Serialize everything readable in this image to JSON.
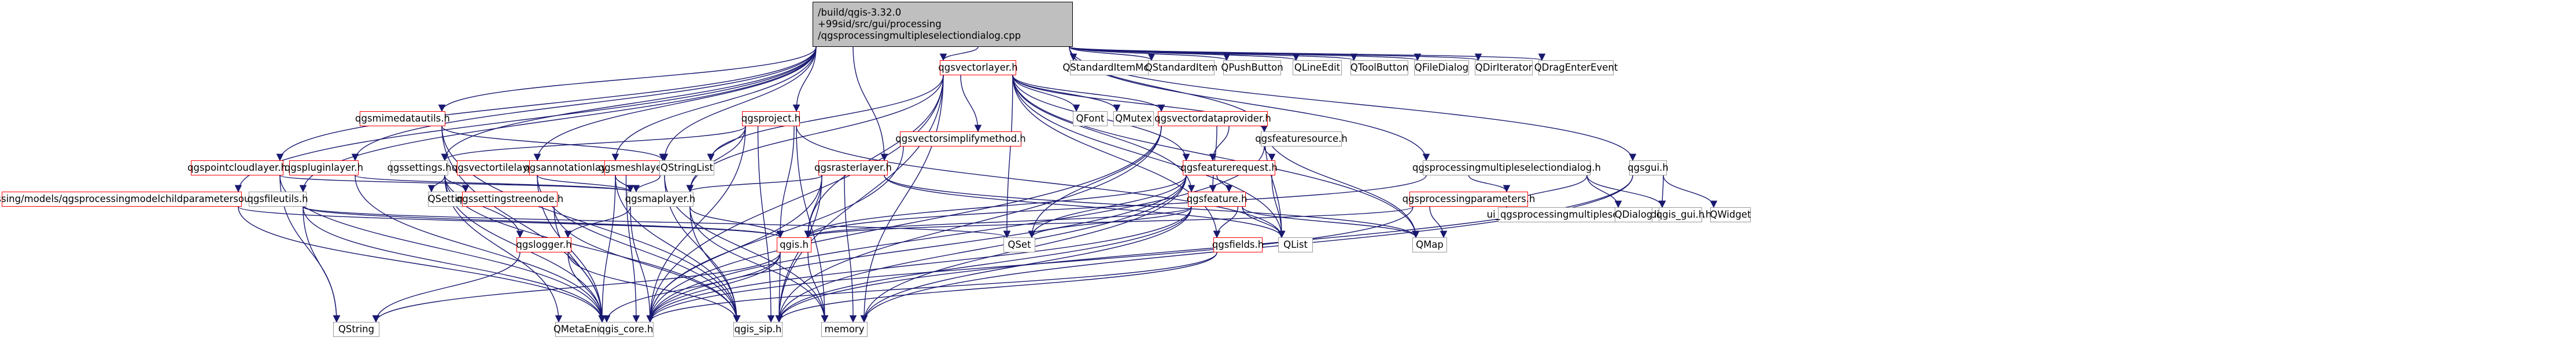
{
  "title": "Include dependency graph for qgsprocessingmultipleselectiondialog.cpp",
  "root": {
    "lines": [
      "/build/qgis-3.32.0",
      "+99sid/src/gui/processing",
      "/qgsprocessingmultipleselectiondialog.cpp"
    ]
  },
  "nodes": [
    {
      "id": "qgsvectorlayer",
      "label": "qgsvectorlayer.h",
      "documented": true
    },
    {
      "id": "QStandardItemModel",
      "label": "QStandardItemModel",
      "documented": false
    },
    {
      "id": "QStandardItem",
      "label": "QStandardItem",
      "documented": false
    },
    {
      "id": "QPushButton",
      "label": "QPushButton",
      "documented": false
    },
    {
      "id": "QLineEdit",
      "label": "QLineEdit",
      "documented": false
    },
    {
      "id": "QToolButton",
      "label": "QToolButton",
      "documented": false
    },
    {
      "id": "QFileDialog",
      "label": "QFileDialog",
      "documented": false
    },
    {
      "id": "QDirIterator",
      "label": "QDirIterator",
      "documented": false
    },
    {
      "id": "QDragEnterEvent",
      "label": "QDragEnterEvent",
      "documented": false
    },
    {
      "id": "qgsmimedatautils",
      "label": "qgsmimedatautils.h",
      "documented": true
    },
    {
      "id": "qgsproject",
      "label": "qgsproject.h",
      "documented": true
    },
    {
      "id": "QFont",
      "label": "QFont",
      "documented": false
    },
    {
      "id": "QMutex",
      "label": "QMutex",
      "documented": false
    },
    {
      "id": "qgsvectordataprovider",
      "label": "qgsvectordataprovider.h",
      "documented": true
    },
    {
      "id": "qgsvectorsimplifymethod",
      "label": "qgsvectorsimplifymethod.h",
      "documented": true
    },
    {
      "id": "qgsfeaturesource",
      "label": "qgsfeaturesource.h",
      "documented": false
    },
    {
      "id": "qgspointcloudlayer",
      "label": "qgspointcloudlayer.h",
      "documented": true
    },
    {
      "id": "qgspluginlayer",
      "label": "qgspluginlayer.h",
      "documented": true
    },
    {
      "id": "qgssettings",
      "label": "qgssettings.h",
      "documented": false
    },
    {
      "id": "qgsvectortilelayer",
      "label": "qgsvectortilelayer.h",
      "documented": true
    },
    {
      "id": "qgsannotationlayer",
      "label": "qgsannotationlayer.h",
      "documented": true
    },
    {
      "id": "qgsmeshlayer",
      "label": "qgsmeshlayer.h",
      "documented": true
    },
    {
      "id": "QStringList",
      "label": "QStringList",
      "documented": false
    },
    {
      "id": "qgsrasterlayer",
      "label": "qgsrasterlayer.h",
      "documented": true
    },
    {
      "id": "qgsfeaturerequest",
      "label": "qgsfeaturerequest.h",
      "documented": true
    },
    {
      "id": "qgsprocessingmultipleselectiondialog",
      "label": "qgsprocessingmultipleselectiondialog.h",
      "documented": false
    },
    {
      "id": "qgsgui",
      "label": "qgsgui.h",
      "documented": false
    },
    {
      "id": "childparametersource",
      "label": "processing/models/qgsprocessingmodelchildparametersource.h",
      "documented": true
    },
    {
      "id": "qgsfileutils",
      "label": "qgsfileutils.h",
      "documented": false
    },
    {
      "id": "QSettings",
      "label": "QSettings",
      "documented": false
    },
    {
      "id": "qgssettingstreenode",
      "label": "qgssettingstreenode.h",
      "documented": true
    },
    {
      "id": "qgsmaplayer",
      "label": "qgsmaplayer.h",
      "documented": false
    },
    {
      "id": "qgsfeature",
      "label": "qgsfeature.h",
      "documented": true
    },
    {
      "id": "qgsprocessingparameters",
      "label": "qgsprocessingparameters.h",
      "documented": true
    },
    {
      "id": "ui_qgsprocessingmultipleselectiondialogbase",
      "label": "ui_qgsprocessingmultipleselectiondialogbase.h",
      "documented": false
    },
    {
      "id": "QDialog",
      "label": "QDialog",
      "documented": false
    },
    {
      "id": "qgis_gui",
      "label": "qgis_gui.h",
      "documented": false
    },
    {
      "id": "QWidget",
      "label": "QWidget",
      "documented": false
    },
    {
      "id": "qgslogger",
      "label": "qgslogger.h",
      "documented": true
    },
    {
      "id": "qgis",
      "label": "qgis.h",
      "documented": true
    },
    {
      "id": "QSet",
      "label": "QSet",
      "documented": false
    },
    {
      "id": "qgsfields",
      "label": "qgsfields.h",
      "documented": true
    },
    {
      "id": "QList",
      "label": "QList",
      "documented": false
    },
    {
      "id": "QMap",
      "label": "QMap",
      "documented": false
    },
    {
      "id": "QString",
      "label": "QString",
      "documented": false
    },
    {
      "id": "QMetaEnum",
      "label": "QMetaEnum",
      "documented": false
    },
    {
      "id": "qgis_core",
      "label": "qgis_core.h",
      "documented": false
    },
    {
      "id": "qgis_sip",
      "label": "qgis_sip.h",
      "documented": false
    },
    {
      "id": "memory",
      "label": "memory",
      "documented": false
    }
  ],
  "edges": [
    [
      "root",
      "qgsvectorlayer"
    ],
    [
      "root",
      "QStandardItemModel"
    ],
    [
      "root",
      "QStandardItem"
    ],
    [
      "root",
      "QPushButton"
    ],
    [
      "root",
      "QLineEdit"
    ],
    [
      "root",
      "QToolButton"
    ],
    [
      "root",
      "QFileDialog"
    ],
    [
      "root",
      "QDirIterator"
    ],
    [
      "root",
      "QDragEnterEvent"
    ],
    [
      "root",
      "qgsmimedatautils"
    ],
    [
      "root",
      "qgsproject"
    ],
    [
      "root",
      "qgspointcloudlayer"
    ],
    [
      "root",
      "qgspluginlayer"
    ],
    [
      "root",
      "qgssettings"
    ],
    [
      "root",
      "qgsvectortilelayer"
    ],
    [
      "root",
      "qgsannotationlayer"
    ],
    [
      "root",
      "qgsmeshlayer"
    ],
    [
      "root",
      "qgsrasterlayer"
    ],
    [
      "root",
      "qgsprocessingmultipleselectiondialog"
    ],
    [
      "root",
      "qgsgui"
    ],
    [
      "root",
      "childparametersource"
    ],
    [
      "root",
      "qgsfileutils"
    ],
    [
      "root",
      "qgsfeaturesource"
    ],
    [
      "qgsvectorlayer",
      "QFont"
    ],
    [
      "qgsvectorlayer",
      "QMutex"
    ],
    [
      "qgsvectorlayer",
      "qgsvectordataprovider"
    ],
    [
      "qgsvectorlayer",
      "qgsvectorsimplifymethod"
    ],
    [
      "qgsvectorlayer",
      "qgsfeaturesource"
    ],
    [
      "qgsvectorlayer",
      "QStringList"
    ],
    [
      "qgsvectorlayer",
      "qgsmaplayer"
    ],
    [
      "qgsvectorlayer",
      "qgsfeaturerequest"
    ],
    [
      "qgsvectorlayer",
      "qgsfeature"
    ],
    [
      "qgsvectorlayer",
      "qgsfields"
    ],
    [
      "qgsvectorlayer",
      "qgis"
    ],
    [
      "qgsvectorlayer",
      "QSet"
    ],
    [
      "qgsvectorlayer",
      "QList"
    ],
    [
      "qgsvectorlayer",
      "QMap"
    ],
    [
      "qgsvectorlayer",
      "qgis_core"
    ],
    [
      "qgsvectorlayer",
      "qgis_sip"
    ],
    [
      "qgsvectorlayer",
      "memory"
    ],
    [
      "qgsvectordataprovider",
      "qgsfeaturesource"
    ],
    [
      "qgsvectordataprovider",
      "qgsfeaturerequest"
    ],
    [
      "qgsvectordataprovider",
      "qgsfeature"
    ],
    [
      "qgsvectordataprovider",
      "QSet"
    ],
    [
      "qgsvectordataprovider",
      "QList"
    ],
    [
      "qgsvectordataprovider",
      "QMap"
    ],
    [
      "qgsvectordataprovider",
      "qgis_core"
    ],
    [
      "qgsvectordataprovider",
      "qgis_sip"
    ],
    [
      "qgsvectorsimplifymethod",
      "qgis_core"
    ],
    [
      "qgsfeaturesource",
      "qgsfeaturerequest"
    ],
    [
      "qgsfeaturesource",
      "qgis_core"
    ],
    [
      "qgsmimedatautils",
      "QStringList"
    ],
    [
      "qgsmimedatautils",
      "qgis_core"
    ],
    [
      "qgsmimedatautils",
      "qgis_sip"
    ],
    [
      "qgsproject",
      "QStringList"
    ],
    [
      "qgsproject",
      "qgssettings"
    ],
    [
      "qgsproject",
      "qgsmaplayer"
    ],
    [
      "qgsproject",
      "qgis"
    ],
    [
      "qgsproject",
      "QList"
    ],
    [
      "qgsproject",
      "qgis_core"
    ],
    [
      "qgsproject",
      "qgis_sip"
    ],
    [
      "qgsproject",
      "memory"
    ],
    [
      "qgspointcloudlayer",
      "qgsmaplayer"
    ],
    [
      "qgspointcloudlayer",
      "qgis_core"
    ],
    [
      "qgspointcloudlayer",
      "QString"
    ],
    [
      "qgspluginlayer",
      "qgsmaplayer"
    ],
    [
      "qgspluginlayer",
      "qgis_core"
    ],
    [
      "qgssettings",
      "QSettings"
    ],
    [
      "qgssettings",
      "qgssettingstreenode"
    ],
    [
      "qgssettings",
      "qgslogger"
    ],
    [
      "qgssettings",
      "qgis_core"
    ],
    [
      "qgssettings",
      "qgis_sip"
    ],
    [
      "qgssettings",
      "QMetaEnum"
    ],
    [
      "qgsvectortilelayer",
      "qgsmaplayer"
    ],
    [
      "qgsvectortilelayer",
      "qgis_core"
    ],
    [
      "qgsvectortilelayer",
      "qgis_sip"
    ],
    [
      "qgsannotationlayer",
      "qgsmaplayer"
    ],
    [
      "qgsannotationlayer",
      "qgis_core"
    ],
    [
      "qgsannotationlayer",
      "qgis_sip"
    ],
    [
      "qgsmeshlayer",
      "qgsmaplayer"
    ],
    [
      "qgsmeshlayer",
      "qgis_core"
    ],
    [
      "qgsmeshlayer",
      "qgis_sip"
    ],
    [
      "qgsmeshlayer",
      "memory"
    ],
    [
      "qgsrasterlayer",
      "qgsmaplayer"
    ],
    [
      "qgsrasterlayer",
      "qgis"
    ],
    [
      "qgsrasterlayer",
      "QList"
    ],
    [
      "qgsrasterlayer",
      "QMap"
    ],
    [
      "qgsrasterlayer",
      "qgis_core"
    ],
    [
      "qgsrasterlayer",
      "qgis_sip"
    ],
    [
      "qgsrasterlayer",
      "memory"
    ],
    [
      "qgsfeaturerequest",
      "qgsfeature"
    ],
    [
      "qgsfeaturerequest",
      "qgis"
    ],
    [
      "qgsfeaturerequest",
      "QList"
    ],
    [
      "qgsfeaturerequest",
      "QSet"
    ],
    [
      "qgsfeaturerequest",
      "qgis_core"
    ],
    [
      "qgsfeaturerequest",
      "qgis_sip"
    ],
    [
      "qgsfeaturerequest",
      "memory"
    ],
    [
      "qgsprocessingmultipleselectiondialog",
      "ui_qgsprocessingmultipleselectiondialogbase"
    ],
    [
      "qgsprocessingmultipleselectiondialog",
      "QDialog"
    ],
    [
      "qgsprocessingmultipleselectiondialog",
      "qgis_gui"
    ],
    [
      "qgsprocessingmultipleselectiondialog",
      "qgsprocessingparameters"
    ],
    [
      "qgsprocessingmultipleselectiondialog",
      "qgis"
    ],
    [
      "qgsgui",
      "qgis_gui"
    ],
    [
      "qgsgui",
      "QWidget"
    ],
    [
      "qgsgui",
      "qgis_sip"
    ],
    [
      "qgsgui",
      "memory"
    ],
    [
      "childparametersource",
      "qgis_core"
    ],
    [
      "childparametersource",
      "qgis"
    ],
    [
      "qgsfileutils",
      "qgis"
    ],
    [
      "qgsfileutils",
      "qgis_core"
    ],
    [
      "qgsfileutils",
      "QString"
    ],
    [
      "qgsfileutils",
      "QSet"
    ],
    [
      "qgssettingstreenode",
      "qgis_core"
    ],
    [
      "qgssettingstreenode",
      "qgis_sip"
    ],
    [
      "qgsmaplayer",
      "qgslogger"
    ],
    [
      "qgsmaplayer",
      "qgis"
    ],
    [
      "qgsmaplayer",
      "qgis_core"
    ],
    [
      "qgsmaplayer",
      "qgis_sip"
    ],
    [
      "qgsmaplayer",
      "memory"
    ],
    [
      "qgsfeature",
      "qgsfields"
    ],
    [
      "qgsfeature",
      "qgis"
    ],
    [
      "qgsfeature",
      "QSet"
    ],
    [
      "qgsfeature",
      "QList"
    ],
    [
      "qgsfeature",
      "QMap"
    ],
    [
      "qgsfeature",
      "qgis_core"
    ],
    [
      "qgsfeature",
      "qgis_sip"
    ],
    [
      "qgsfeature",
      "memory"
    ],
    [
      "qgsprocessingparameters",
      "qgis_core"
    ],
    [
      "qgsprocessingparameters",
      "QMap"
    ],
    [
      "qgsprocessingparameters",
      "qgis"
    ],
    [
      "qgslogger",
      "QString"
    ],
    [
      "qgslogger",
      "qgis_core"
    ],
    [
      "qgslogger",
      "qgis_sip"
    ],
    [
      "qgis",
      "QString"
    ],
    [
      "qgis",
      "QMetaEnum"
    ],
    [
      "qgis",
      "qgis_core"
    ],
    [
      "qgis",
      "qgis_sip"
    ],
    [
      "qgis",
      "memory"
    ],
    [
      "qgsfields",
      "qgis_core"
    ],
    [
      "qgsfields",
      "qgis_sip"
    ]
  ],
  "colors": {
    "edge": "#191970",
    "documented_border": "#ff0000",
    "undocumented_border": "#999999",
    "root_fill": "#bfbfbf"
  }
}
